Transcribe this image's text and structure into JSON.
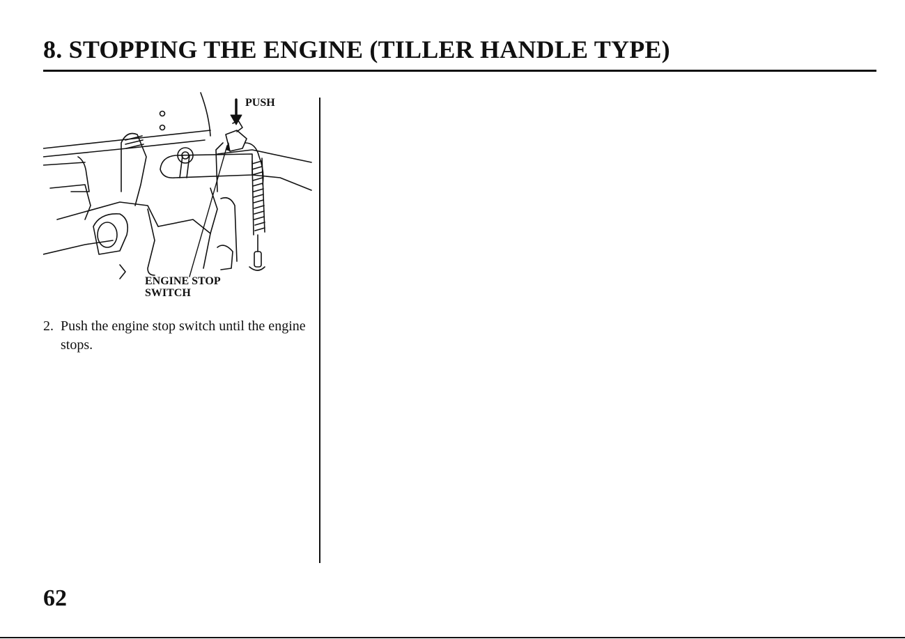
{
  "header": {
    "title": "8. STOPPING THE ENGINE (TILLER HANDLE TYPE)"
  },
  "figure": {
    "callout_push": "PUSH",
    "callout_switch_line1": "ENGINE STOP",
    "callout_switch_line2": "SWITCH"
  },
  "step": {
    "number": "2.",
    "text": "Push the engine stop switch until the engine stops."
  },
  "footer": {
    "page_number": "62"
  }
}
